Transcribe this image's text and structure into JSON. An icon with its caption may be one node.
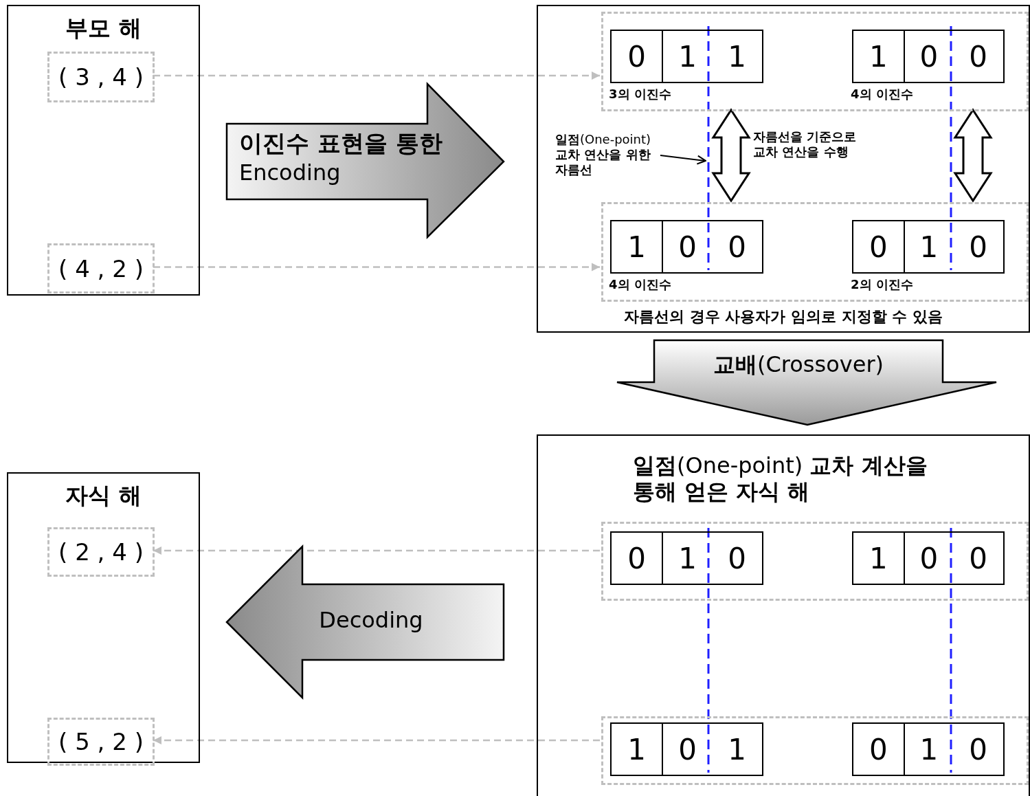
{
  "diagram": {
    "nodes": [
      {
        "text": [
          "부모 해"
        ]
      },
      {
        "text": [
          "( 3 , 4 )"
        ],
        "in": 0
      },
      {
        "text": [
          "( 4 , 2 )"
        ],
        "in": 0
      },
      {
        "text": [
          "이진수 표현을 통한",
          "Encoding"
        ]
      },
      {
        "text": [
          "자름선의 경우 사용자가 임의로 지정할 수 있음"
        ]
      },
      {
        "text": [],
        "shape": "box",
        "in": 4
      },
      {
        "text": [
          "0",
          "1",
          "1"
        ],
        "beside": [
          "3의 이진수"
        ],
        "in": 5
      },
      {
        "text": [
          "1",
          "0",
          "0"
        ],
        "beside": [
          "4의 이진수"
        ],
        "in": 5
      },
      {
        "text": [],
        "shape": "box",
        "in": 4
      },
      {
        "text": [
          "1",
          "0",
          "0"
        ],
        "beside": [
          "4의 이진수"
        ],
        "in": 8
      },
      {
        "text": [
          "0",
          "1",
          "0"
        ],
        "beside": [
          "2의 이진수"
        ],
        "in": 8
      },
      {
        "text": [
          "**일점**(One-point) **교차 연산을 위한 자름선**"
        ],
        "in": 4
      },
      {
        "text": [
          "자름선을 기준으로 교차 연산을 수행"
        ],
        "in": 4
      },
      {
        "text": [
          "**교배**(Crossover)"
        ]
      },
      {
        "text": [
          "**일점**(One-point) **교차 계산을 통해 얻은 자식 해**"
        ]
      },
      {
        "text": [],
        "shape": "box",
        "in": 14
      },
      {
        "text": [
          "0",
          "1",
          "0"
        ],
        "in": 15
      },
      {
        "text": [
          "1",
          "0",
          "0"
        ],
        "in": 15
      },
      {
        "text": [],
        "shape": "box",
        "in": 14
      },
      {
        "text": [
          "1",
          "0",
          "1"
        ],
        "in": 18
      },
      {
        "text": [
          "0",
          "1",
          "0"
        ],
        "in": 18
      },
      {
        "text": [
          "Decoding"
        ]
      },
      {
        "text": [
          "자식 해"
        ]
      },
      {
        "text": [
          "( 2 , 4 )"
        ],
        "in": 22
      },
      {
        "text": [
          "( 5 , 2 )"
        ],
        "in": 22
      }
    ],
    "edges": [
      {
        "from": 1,
        "to": 5,
        "arrow": "to",
        "style": "dashed",
        "color": "#bfbfbf"
      },
      {
        "from": 2,
        "to": 8,
        "arrow": "to",
        "style": "dashed",
        "color": "#bfbfbf"
      },
      {
        "from": 11,
        "to": null,
        "arrow": "to",
        "color": "#000000"
      },
      {
        "from": 5,
        "to": 8,
        "arrow": "both"
      },
      {
        "from": 5,
        "to": 8,
        "arrow": "both"
      },
      {
        "from": 15,
        "to": 23,
        "arrow": "to",
        "style": "dashed",
        "color": "#bfbfbf"
      },
      {
        "from": 18,
        "to": 24,
        "arrow": "to",
        "style": "dashed",
        "color": "#bfbfbf"
      }
    ]
  }
}
